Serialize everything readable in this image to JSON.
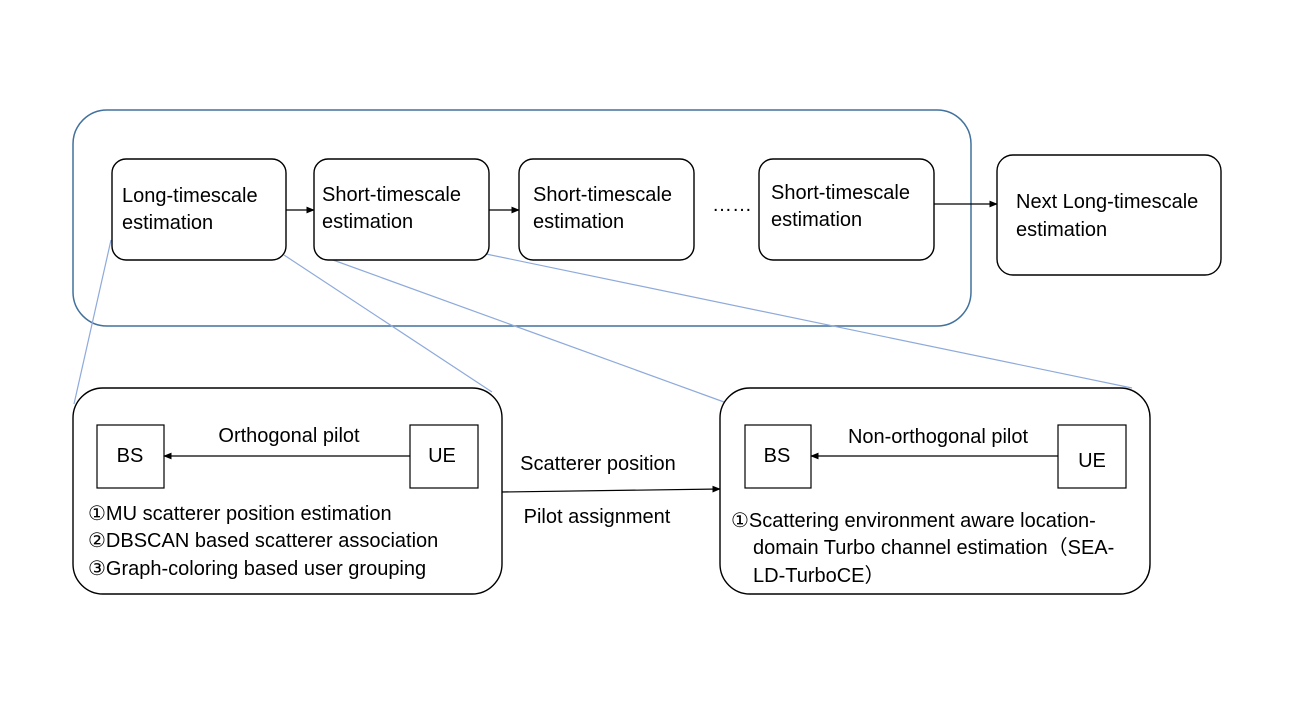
{
  "colors": {
    "outline": "#000000",
    "group_border": "#41719c",
    "connector": "#8eaadb",
    "background": "#ffffff"
  },
  "timeline": {
    "long": [
      "Long-timescale",
      "estimation"
    ],
    "short1": [
      "Short-timescale",
      "estimation"
    ],
    "short2": [
      "Short-timescale",
      "estimation"
    ],
    "ellipsis": "……",
    "short3": [
      "Short-timescale",
      "estimation"
    ],
    "next": [
      "Next Long-timescale",
      "estimation"
    ]
  },
  "left_panel": {
    "bs": "BS",
    "ue": "UE",
    "pilot": "Orthogonal pilot",
    "steps": [
      "①MU scatterer position estimation",
      "②DBSCAN based scatterer association",
      "③Graph-coloring based user grouping"
    ]
  },
  "middle": {
    "top_label": "Scatterer position",
    "bottom_label": "Pilot assignment"
  },
  "right_panel": {
    "bs": "BS",
    "ue": "UE",
    "pilot": "Non-orthogonal pilot",
    "steps": [
      "①Scattering environment aware location-",
      "domain Turbo channel estimation（SEA-",
      "LD-TurboCE）"
    ]
  }
}
